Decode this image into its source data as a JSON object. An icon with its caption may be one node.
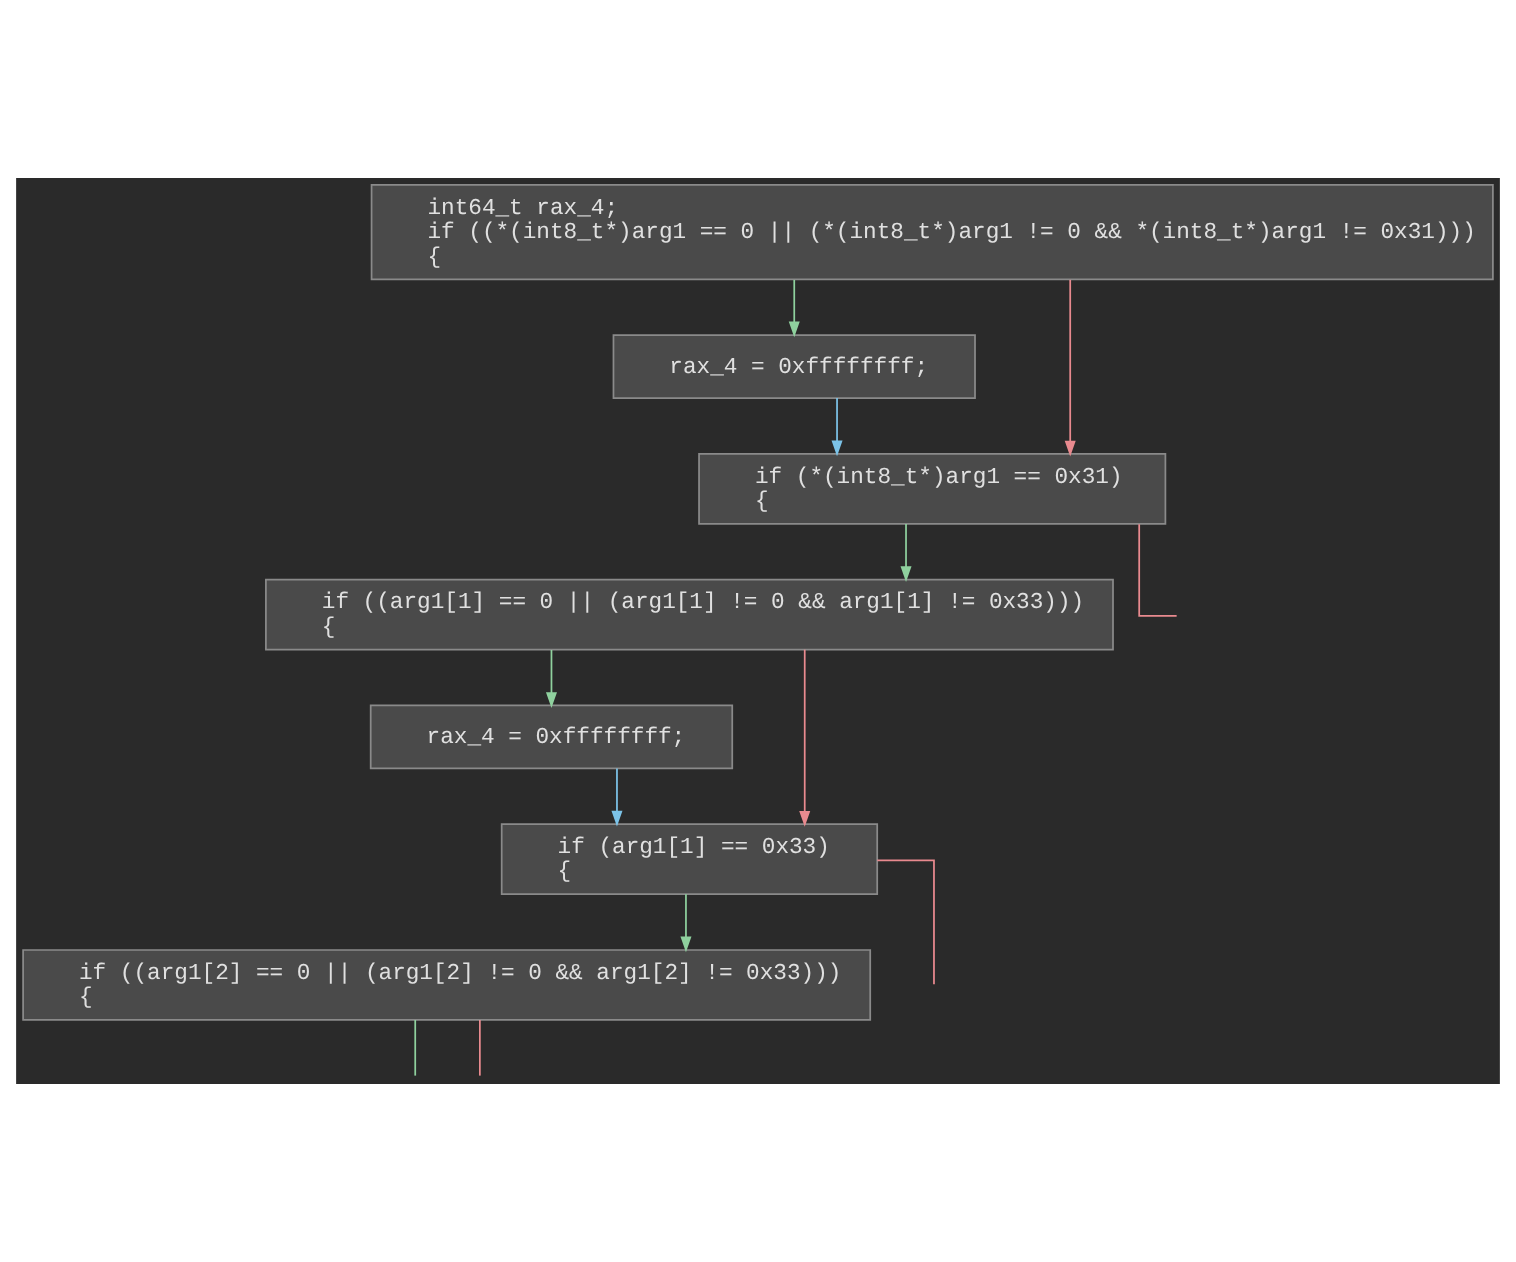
{
  "diagram": {
    "nodes": [
      {
        "text": [
          "int64_t rax_4;",
          "if ((*(int8_t*)arg1 == 0 || (*(int8_t*)arg1 != 0 && *(int8_t*)arg1 != 0x31)))",
          "{"
        ]
      },
      {
        "text": [
          "rax_4 = 0xffffffff;"
        ]
      },
      {
        "text": [
          "if (*(int8_t*)arg1 == 0x31)",
          "{"
        ]
      },
      {
        "text": [
          "if ((arg1[1] == 0 || (arg1[1] != 0 && arg1[1] != 0x33)))",
          "{"
        ]
      },
      {
        "text": [
          "rax_4 = 0xffffffff;"
        ]
      },
      {
        "text": [
          "if (arg1[1] == 0x33)",
          "{"
        ]
      },
      {
        "text": [
          "if ((arg1[2] == 0 || (arg1[2] != 0 && arg1[2] != 0x33)))",
          "{"
        ]
      }
    ],
    "edges": [
      {
        "from": 0,
        "to": 1,
        "arrow": "to",
        "color": "#8fd19e"
      },
      {
        "from": 0,
        "to": 2,
        "arrow": "to",
        "color": "#e98a8f"
      },
      {
        "from": 1,
        "to": 2,
        "arrow": "to",
        "color": "#7cc3e8"
      },
      {
        "from": 2,
        "to": 3,
        "arrow": "to",
        "color": "#8fd19e"
      },
      {
        "from": 2,
        "to": null,
        "arrow": "none",
        "color": "#e98a8f"
      },
      {
        "from": 3,
        "to": 4,
        "arrow": "to",
        "color": "#8fd19e"
      },
      {
        "from": 3,
        "to": 5,
        "arrow": "to",
        "color": "#e98a8f"
      },
      {
        "from": 4,
        "to": 5,
        "arrow": "to",
        "color": "#7cc3e8"
      },
      {
        "from": 5,
        "to": 6,
        "arrow": "to",
        "color": "#8fd19e"
      },
      {
        "from": 5,
        "to": null,
        "arrow": "none",
        "color": "#e98a8f"
      },
      {
        "from": 6,
        "to": null,
        "arrow": "none",
        "color": "#8fd19e"
      },
      {
        "from": 6,
        "to": null,
        "arrow": "none",
        "color": "#e98a8f"
      }
    ]
  }
}
